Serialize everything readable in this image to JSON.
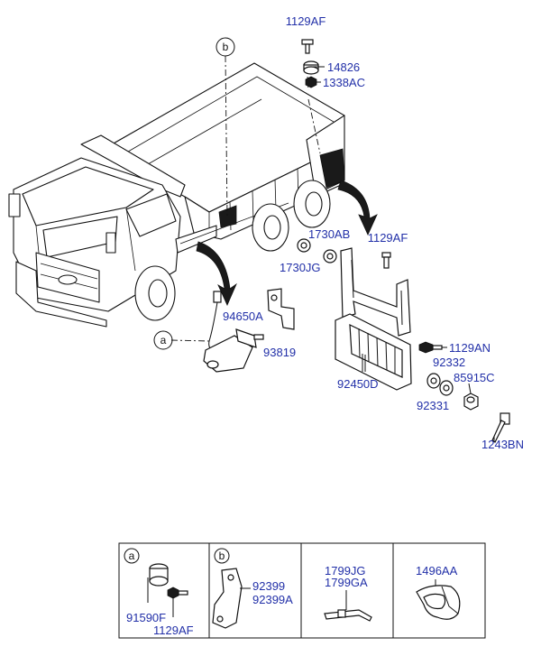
{
  "callouts": {
    "b": "b",
    "a": "a"
  },
  "parts": {
    "p1129AF_top": "1129AF",
    "p14826": "14826",
    "p1338AC": "1338AC",
    "p1730AB": "1730AB",
    "p1730JG": "1730JG",
    "p1129AF_mid": "1129AF",
    "p94650A": "94650A",
    "p93819": "93819",
    "p1129AN": "1129AN",
    "p92332": "92332",
    "p85915C": "85915C",
    "p92450D": "92450D",
    "p92331": "92331",
    "p1243BN": "1243BN"
  },
  "legend": {
    "cell_a": {
      "ref": "a",
      "labels": [
        "91590F",
        "1129AF"
      ]
    },
    "cell_b": {
      "ref": "b",
      "labels": [
        "92399",
        "92399A"
      ]
    },
    "cell_c": {
      "labels": [
        "1799JG",
        "1799GA"
      ]
    },
    "cell_d": {
      "labels": [
        "1496AA"
      ]
    }
  }
}
